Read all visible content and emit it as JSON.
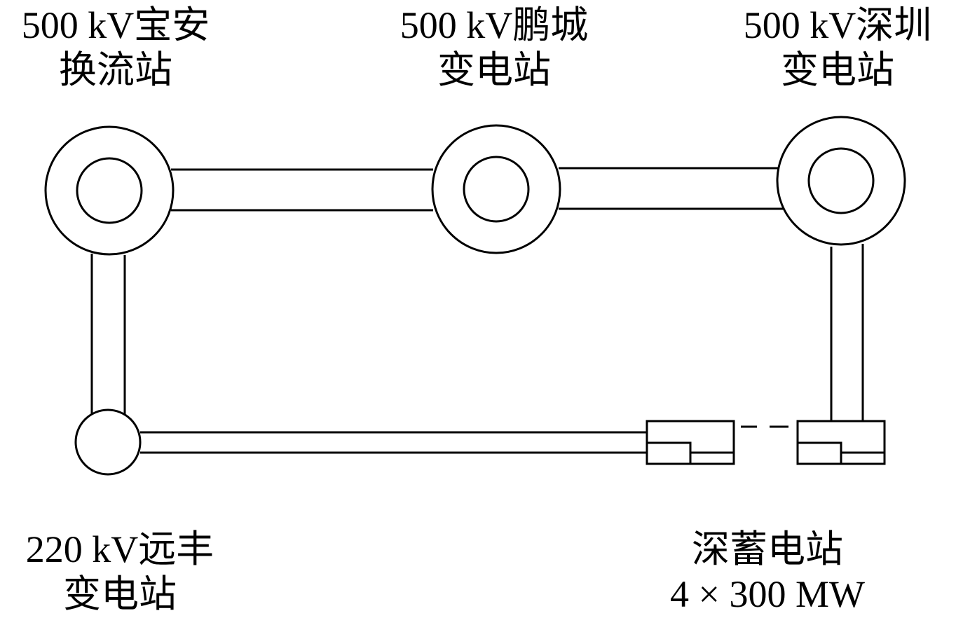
{
  "stations": {
    "baoan": {
      "line1": "500 kV宝安",
      "line2": "换流站"
    },
    "pengcheng": {
      "line1": "500 kV鹏城",
      "line2": "变电站"
    },
    "shenzhen": {
      "line1": "500 kV深圳",
      "line2": "变电站"
    },
    "yuanfeng": {
      "line1": "220 kV远丰",
      "line2": "变电站"
    },
    "shenxu": {
      "line1": "深蓄电站",
      "line2": "4 × 300 MW"
    }
  }
}
